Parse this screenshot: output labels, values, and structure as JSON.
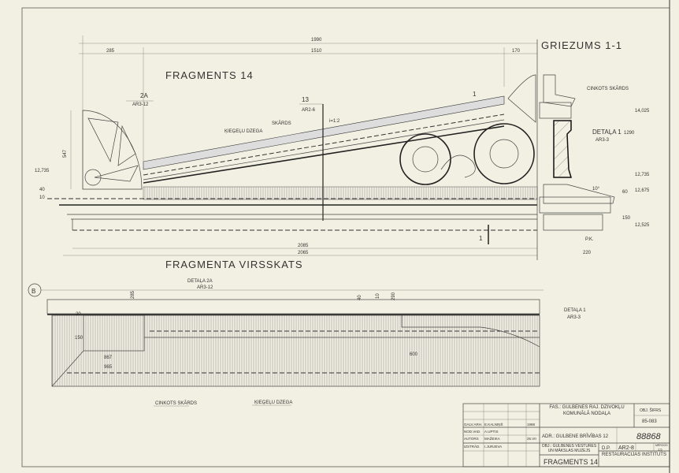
{
  "titles": {
    "fragment": "FRAGMENTS 14",
    "section": "GRIEZUMS 1-1",
    "plan": "FRAGMENTA VIRSSKATS",
    "axis_b": "B"
  },
  "elevation": {
    "dims": {
      "total": "1990",
      "left": "285",
      "mid": "1510",
      "right": "170",
      "bottom1": "2085",
      "bottom2": "2065",
      "height_fan": "547",
      "d40": "40",
      "d10": "10"
    },
    "level_left": "12,735",
    "callout_2a": {
      "num": "2A",
      "ref": "AR3-12"
    },
    "callout_13": {
      "num": "13",
      "ref": "AR2-6"
    },
    "label_skards": "SKĀRDS",
    "label_kiegelu": "ĶIEĢEĻU DZEGA",
    "label_slope": "i=1:2",
    "cut_mark": "1"
  },
  "section": {
    "label_cinkots": "CINKOTS SKĀRDS",
    "detail": {
      "name": "DETAĻA 1",
      "ref": "AR3-3"
    },
    "levels": [
      "14,025",
      "12,735",
      "12,675",
      "12,525"
    ],
    "dims": {
      "h": "1290",
      "a": "60",
      "b": "150",
      "w": "220"
    },
    "angle": "10°",
    "pk": "P.K."
  },
  "plan": {
    "detail_2a": {
      "name": "DETAĻA 2A",
      "ref": "AR3-12"
    },
    "detail_1": {
      "name": "DETAĻA 1",
      "ref": "AR3-3"
    },
    "dims": {
      "a": "285",
      "b": "40",
      "c": "10",
      "d": "290",
      "e": "867",
      "f": "965",
      "g": "600",
      "h": "20",
      "i": "150"
    },
    "label_cinkots": "CINKOTS SKĀRDS",
    "label_kiegelu": "ĶIEĢEĻU DZEGA"
  },
  "title_block": {
    "roles": [
      {
        "role": "GALV.ARH.",
        "name": "E.KALNIŅŠ"
      },
      {
        "role": "NOD.VAD.",
        "name": "A.UPTIS"
      },
      {
        "role": "AUTORS",
        "name": "MAŽEIKA"
      },
      {
        "role": "IZSTRĀD.",
        "name": "I.JURJEVA"
      }
    ],
    "dates": [
      "1988",
      "25.VII"
    ],
    "client": "FAS.: GULBENES RAJ. DZĪVOKĻU KOMUNĀLĀ NODAĻA",
    "address": "ADR.: GULBENE BRĪVĪBAS 12",
    "object": "OBJ.: GULBENES VĒSTURES UN MĀKSLAS MUZEJS",
    "stage": "D.P.",
    "sheet": "AR2-8",
    "scale_label": "MĒROGS",
    "scale": "1:5",
    "code_label": "OBJ. ŠIFRS",
    "code": "85-083",
    "number": "88868",
    "drawing_title": "FRAGMENTS 14",
    "institute": "RESTAURĀCIJAS INSTITŪTS"
  }
}
